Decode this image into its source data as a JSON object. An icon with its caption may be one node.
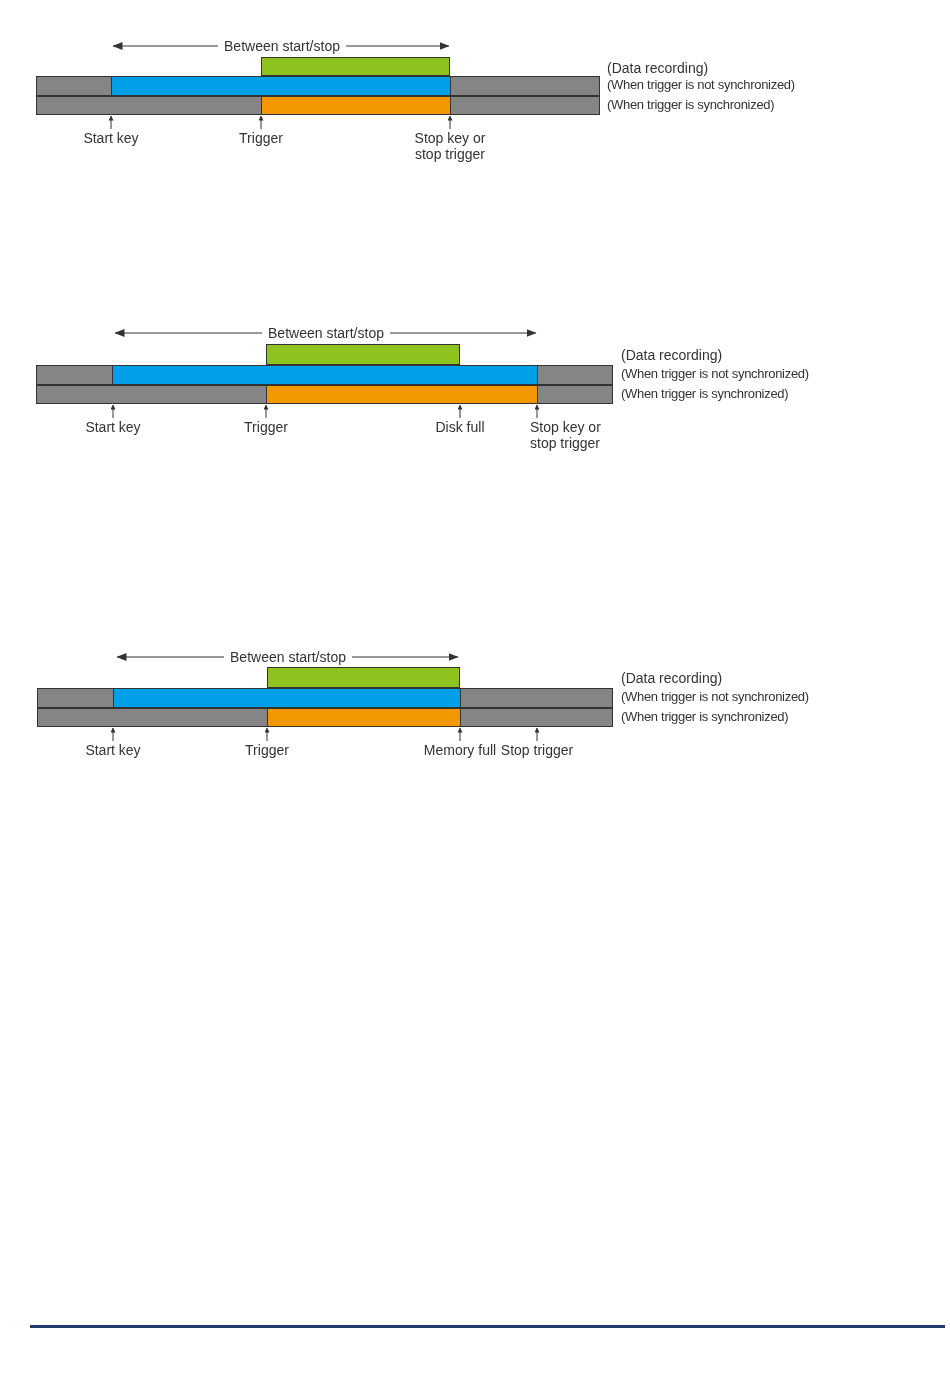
{
  "diagram": {
    "nodes": [
      {
        "text": [],
        "shape": "bar"
      },
      {
        "text": [],
        "shape": "bar",
        "beside": [
          "(When trigger is not synchronized)"
        ]
      },
      {
        "text": [],
        "shape": "bar",
        "in": 1
      },
      {
        "text": [],
        "shape": "bar",
        "beside": [
          "(When trigger is synchronized)"
        ]
      },
      {
        "text": [],
        "shape": "bar",
        "in": 3
      },
      {
        "text": [
          "Start key"
        ]
      },
      {
        "text": [
          "Trigger"
        ]
      },
      {
        "text": [
          "Stop key or stop trigger"
        ]
      },
      {
        "text": [],
        "shape": "bar"
      },
      {
        "text": [],
        "shape": "bar",
        "beside": [
          "(When trigger is not synchronized)"
        ]
      },
      {
        "text": [],
        "shape": "bar",
        "in": 9
      },
      {
        "text": [],
        "shape": "bar",
        "beside": [
          "(When trigger is synchronized)"
        ]
      },
      {
        "text": [],
        "shape": "bar",
        "in": 11
      },
      {
        "text": [
          "Start key"
        ]
      },
      {
        "text": [
          "Trigger"
        ]
      },
      {
        "text": [
          "Disk full"
        ]
      },
      {
        "text": [
          "Stop key or stop trigger"
        ]
      },
      {
        "text": [],
        "shape": "bar"
      },
      {
        "text": [],
        "shape": "bar",
        "beside": [
          "(When trigger is not synchronized)"
        ]
      },
      {
        "text": [],
        "shape": "bar",
        "in": 18
      },
      {
        "text": [],
        "shape": "bar",
        "beside": [
          "(When trigger is synchronized)"
        ]
      },
      {
        "text": [],
        "shape": "bar",
        "in": 20
      },
      {
        "text": [
          "Start key"
        ]
      },
      {
        "text": [
          "Trigger"
        ]
      },
      {
        "text": [
          "Memory full"
        ]
      },
      {
        "text": [
          "Stop trigger"
        ]
      }
    ],
    "edges": [
      {
        "from": 5,
        "to": 3,
        "arrow": "to"
      },
      {
        "from": 6,
        "to": 3,
        "arrow": "to"
      },
      {
        "from": 7,
        "to": 3,
        "arrow": "to"
      },
      {
        "from": 13,
        "to": 11,
        "arrow": "to"
      },
      {
        "from": 14,
        "to": 11,
        "arrow": "to"
      },
      {
        "from": 15,
        "to": 11,
        "arrow": "to"
      },
      {
        "from": 16,
        "to": 11,
        "arrow": "to"
      },
      {
        "from": 22,
        "to": 20,
        "arrow": "to"
      },
      {
        "from": 23,
        "to": 20,
        "arrow": "to"
      },
      {
        "from": 24,
        "to": 20,
        "arrow": "to"
      },
      {
        "from": 25,
        "to": 20,
        "arrow": "to"
      }
    ],
    "labels": [
      "Between start/stop",
      "(Data recording)",
      "Between start/stop",
      "(Data recording)",
      "Between start/stop",
      "(Data recording)"
    ]
  }
}
